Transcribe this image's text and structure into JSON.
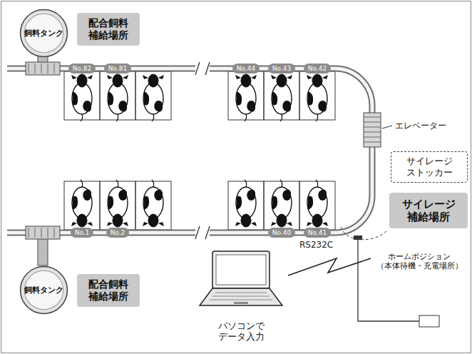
{
  "diagram": {
    "nodes": [
      {
        "text": [
          "飼料タンク"
        ]
      },
      {
        "text": [
          "配合飼料 補給場所"
        ]
      },
      {
        "text": [
          "サイレージ ストッカー"
        ]
      },
      {
        "text": [
          "サイレージ 補給場所"
        ]
      },
      {
        "text": [
          "パソコンで データ入力"
        ]
      },
      {
        "text": [
          "ホームポジション （本体待機・充電場所）"
        ]
      },
      {
        "text": [
          "飼料タンク"
        ]
      },
      {
        "text": [
          "配合飼料 補給場所"
        ]
      }
    ],
    "edges": [
      {
        "from": 4,
        "to": 5,
        "arrow": "none",
        "label": "RS232C"
      }
    ],
    "labels": [
      "No.82",
      "No.81",
      "No.44",
      "No.43",
      "No.42",
      "エレベーター",
      "No.1",
      "No.2",
      "No.40",
      "No.41"
    ]
  }
}
